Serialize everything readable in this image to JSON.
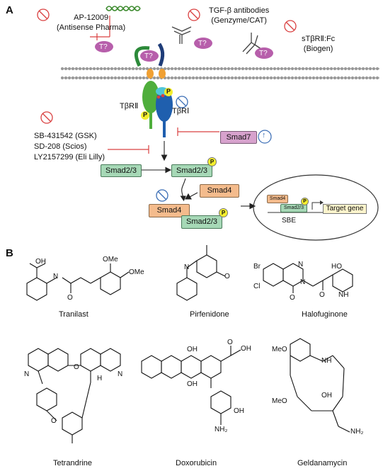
{
  "panels": {
    "a": "A",
    "b": "B"
  },
  "drugs_top": {
    "ap12009_name": "AP-12009",
    "ap12009_company": "(Antisense Pharma)",
    "tgf_ab_name": "TGF-β antibodies",
    "tgf_ab_company": "(Genzyme/CAT)",
    "stbr_name": "sTβRⅡ:Fc",
    "stbr_company": "(Biogen)",
    "ligand_label": "T?"
  },
  "receptors": {
    "tbr2": "TβRⅡ",
    "tbr1": "TβRⅠ",
    "phospho": "P"
  },
  "inhibitors": {
    "sb": "SB-431542 (GSK)",
    "sd": "SD-208 (Scios)",
    "ly": "LY2157299 (Eli Lilly)"
  },
  "smads": {
    "smad7": "Smad7",
    "smad23": "Smad2/3",
    "smad4": "Smad4",
    "up_arrow": "↑"
  },
  "nucleus": {
    "smad4": "Smad4",
    "smad23": "Smad2/3",
    "sbe": "SBE",
    "target_gene": "Target gene"
  },
  "compounds": {
    "tranilast": "Tranilast",
    "pirfenidone": "Pirfenidone",
    "halofuginone": "Halofuginone",
    "tetrandrine": "Tetrandrine",
    "doxorubicin": "Doxorubicin",
    "geldanamycin": "Geldanamycin"
  },
  "atoms": {
    "oh": "OH",
    "ome": "OMe",
    "meo": "MeO",
    "o": "O",
    "n": "N",
    "h": "H",
    "nh": "NH",
    "br": "Br",
    "cl": "Cl",
    "ho": "HO",
    "nh2": "NH₂"
  },
  "colors": {
    "ligand": "#b75fab",
    "tbr2": "#4fae3c",
    "tbr1": "#1f5fae",
    "orange": "#f0a033",
    "phospho": "#f4ee2e",
    "cyan": "#50c6d8",
    "smad23": "#a6d8b6",
    "smad4": "#f4bb8c",
    "smad7": "#d7a2cd",
    "red": "#d94040",
    "blue_circle": "#3a6db5",
    "target_gene_fill": "#fcf4cc"
  }
}
